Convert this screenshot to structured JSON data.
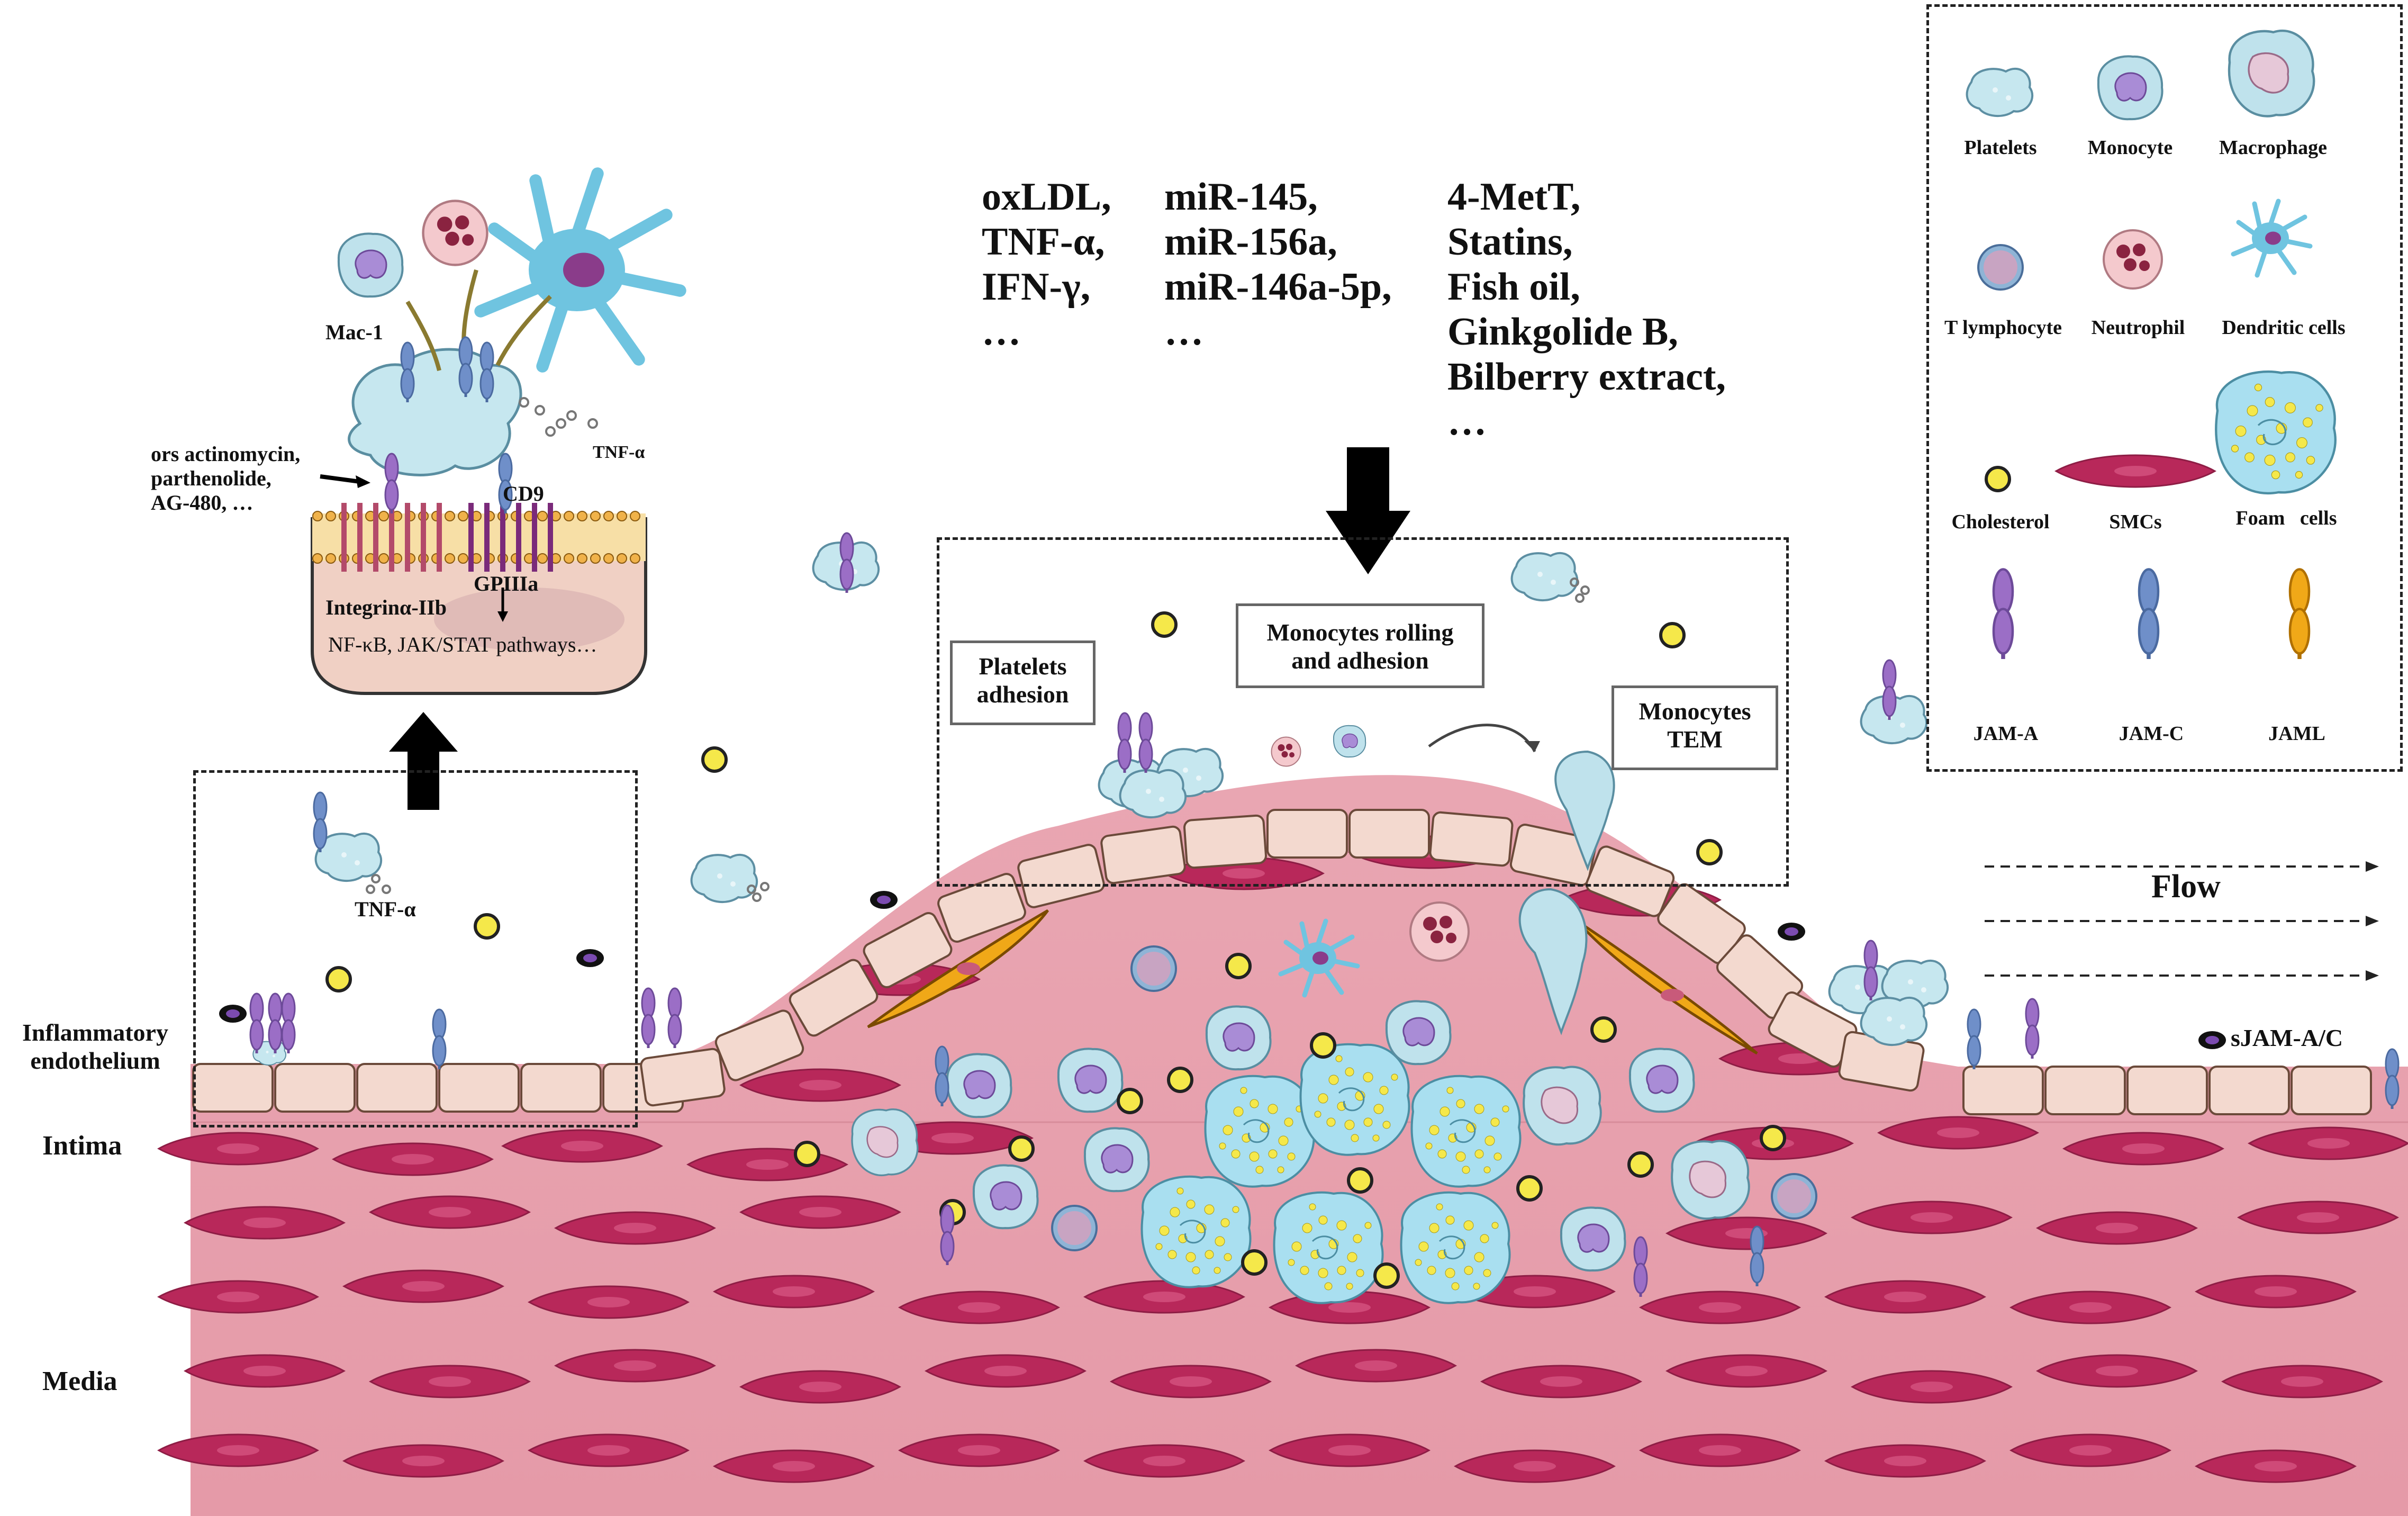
{
  "stimuli": {
    "col1": [
      "oxLDL,",
      "TNF-α,",
      "IFN-γ,",
      "…"
    ],
    "col2": [
      "miR-145,",
      "miR-156a,",
      "miR-146a-5p,",
      "…"
    ],
    "col3": [
      "4-MetT,",
      "Statins,",
      "Fish oil,",
      "Ginkgolide B,",
      "Bilberry extract,",
      "…"
    ]
  },
  "signaling": {
    "mac1": "Mac-1",
    "tnf_top": "TNF-α",
    "inhibitors": [
      "ors actinomycin,",
      "parthenolide,",
      "AG-480, …"
    ],
    "cd9": "CD9",
    "gpiiia": "GPIIIa",
    "integrin": "Integrinα-IIb",
    "pathways": "NF-κB, JAK/STAT pathways…",
    "tnf_bottom": "TNF-α"
  },
  "process_labels": {
    "platelets_adhesion": [
      "Platelets",
      "adhesion"
    ],
    "monocytes_rolling": [
      "Monocytes rolling",
      "and adhesion"
    ],
    "monocytes_tem": [
      "Monocytes",
      "TEM"
    ]
  },
  "layers": {
    "endothelium": [
      "Inflammatory",
      "endothelium"
    ],
    "intima": "Intima",
    "media": "Media"
  },
  "flow_label": "Flow",
  "sjam_label": "sJAM-A/C",
  "legend": {
    "items": [
      {
        "label": "Platelets",
        "icon": "platelet-icon"
      },
      {
        "label": "Monocyte",
        "icon": "monocyte-icon"
      },
      {
        "label": "Macrophage",
        "icon": "macrophage-icon"
      },
      {
        "label": "T lymphocyte",
        "icon": "t-lymphocyte-icon"
      },
      {
        "label": "Neutrophil",
        "icon": "neutrophil-icon"
      },
      {
        "label": "Dendritic cells",
        "icon": "dendritic-cell-icon"
      },
      {
        "label": "Cholesterol",
        "icon": "cholesterol-icon"
      },
      {
        "label": "SMCs",
        "icon": "smc-icon"
      },
      {
        "label": "Foam   cells",
        "icon": "foam-cell-icon"
      },
      {
        "label": "JAM-A",
        "icon": "jam-a-icon"
      },
      {
        "label": "JAM-C",
        "icon": "jam-c-icon"
      },
      {
        "label": "JAML",
        "icon": "jaml-icon"
      }
    ]
  },
  "colors": {
    "tissue": "#e8a4b0",
    "smc": "#b8285a",
    "endothelial_cell": "#f3d9cf",
    "platelet": "#c6e7ef",
    "cholesterol": "#f5e84a",
    "jam_a": "#9b6ec6",
    "jam_c": "#6f8fc9",
    "jaml": "#f0a818",
    "membrane_head": "#f0b24a",
    "integrin_red": "#b34a6a"
  }
}
